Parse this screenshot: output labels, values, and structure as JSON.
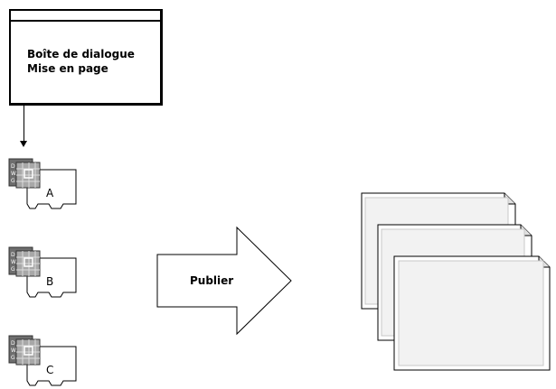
{
  "dialog": {
    "line1": "Boîte de dialogue",
    "line2": "Mise en page"
  },
  "layouts": [
    {
      "label": "A",
      "icon": "dwg-file-icon"
    },
    {
      "label": "B",
      "icon": "dwg-file-icon"
    },
    {
      "label": "C",
      "icon": "dwg-file-icon"
    }
  ],
  "publish": {
    "label": "Publier"
  },
  "output": {
    "icon": "output-sheets-stack-icon"
  },
  "colors": {
    "stroke": "#000000",
    "sheet_fill": "#f4f4f4",
    "icon_grey": "#8a8a8a"
  }
}
